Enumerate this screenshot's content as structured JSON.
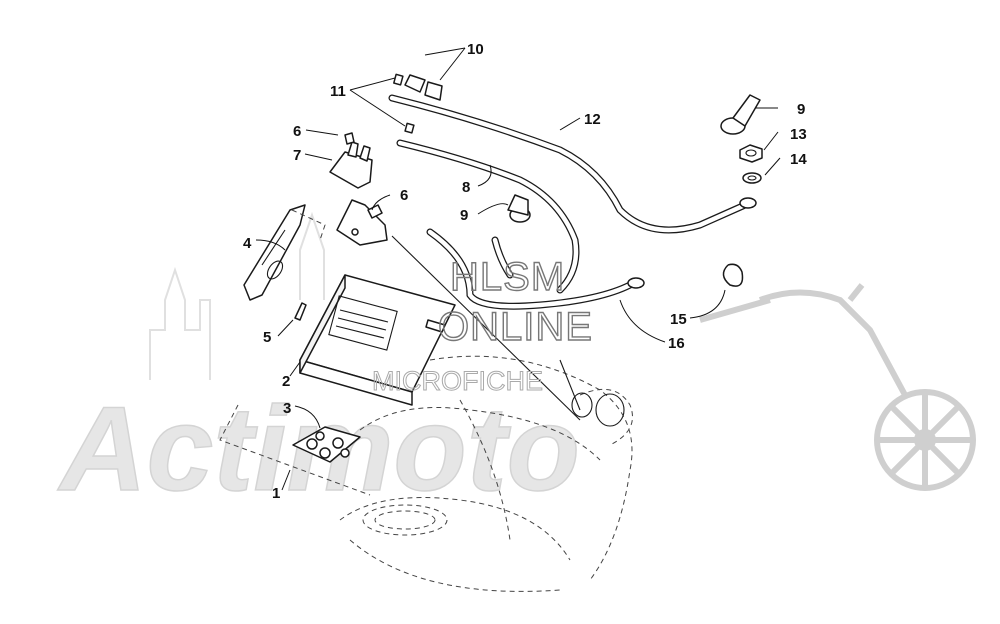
{
  "watermark": {
    "line1": "HLSM",
    "line2": "ONLINE",
    "line3": "MICROFICHE",
    "brand": "Actimoto"
  },
  "callouts": [
    {
      "id": "c1",
      "label": "1"
    },
    {
      "id": "c2",
      "label": "2"
    },
    {
      "id": "c3",
      "label": "3"
    },
    {
      "id": "c4",
      "label": "4"
    },
    {
      "id": "c5",
      "label": "5"
    },
    {
      "id": "c6a",
      "label": "6"
    },
    {
      "id": "c6b",
      "label": "6"
    },
    {
      "id": "c7",
      "label": "7"
    },
    {
      "id": "c8",
      "label": "8"
    },
    {
      "id": "c9a",
      "label": "9"
    },
    {
      "id": "c9b",
      "label": "9"
    },
    {
      "id": "c10",
      "label": "10"
    },
    {
      "id": "c11",
      "label": "11"
    },
    {
      "id": "c12",
      "label": "12"
    },
    {
      "id": "c13",
      "label": "13"
    },
    {
      "id": "c14",
      "label": "14"
    },
    {
      "id": "c15",
      "label": "15"
    },
    {
      "id": "c16",
      "label": "16"
    }
  ]
}
